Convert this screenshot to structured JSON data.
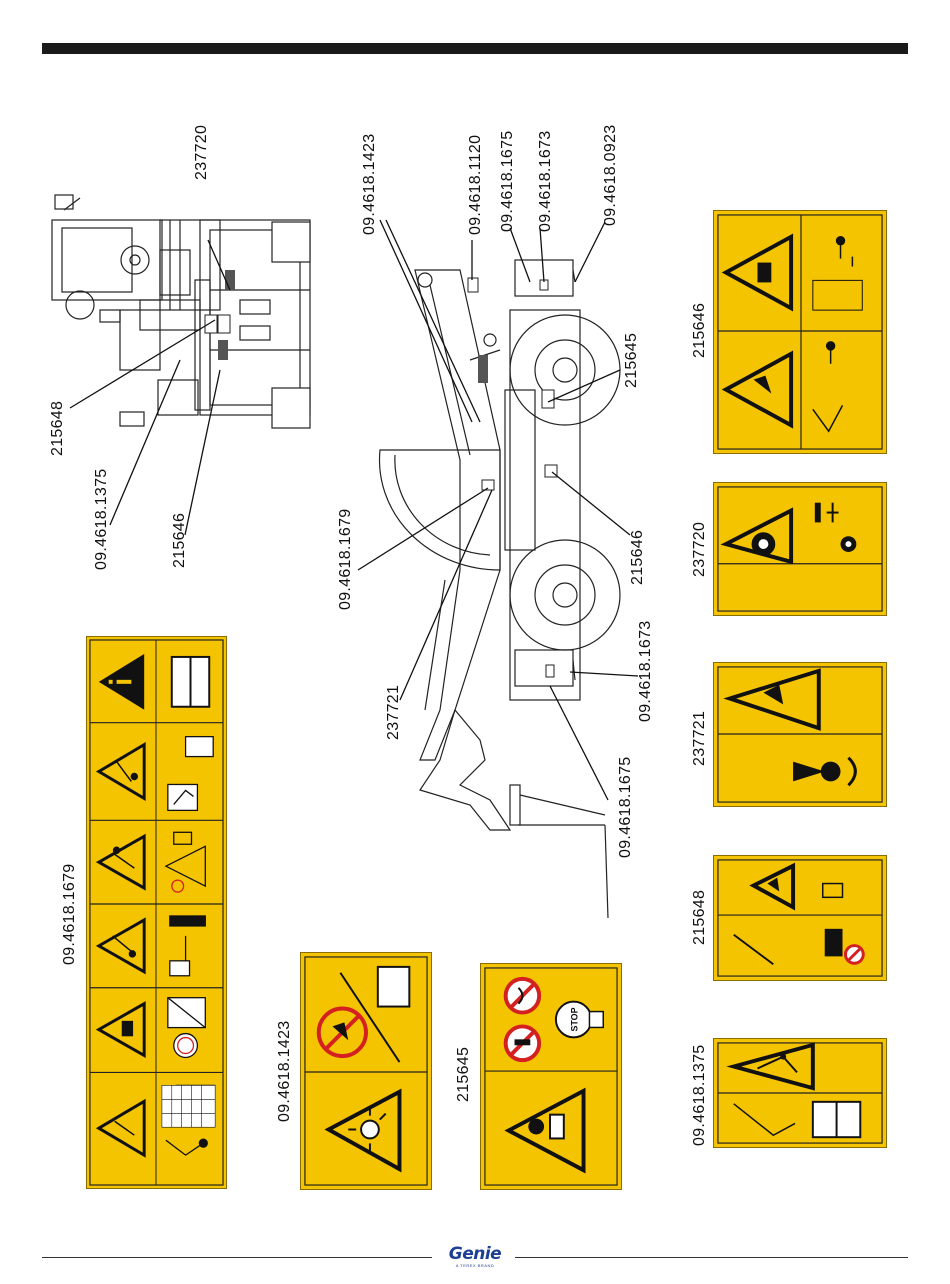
{
  "labels": {
    "l237720": "237720",
    "l215648": "215648",
    "l1375": "09.4618.1375",
    "l215646a": "215646",
    "l1423": "09.4618.1423",
    "l1120": "09.4618.1120",
    "l1675a": "09.4618.1675",
    "l1673a": "09.4618.1673",
    "l0923": "09.4618.0923",
    "l215645a": "215645",
    "l1679a": "09.4618.1679",
    "l215646b": "215646",
    "l237721a": "237721",
    "l1673b": "09.4618.1673",
    "l1675b": "09.4618.1675",
    "d1679": "09.4618.1679",
    "d1423": "09.4618.1423",
    "d215645": "215645",
    "d1375": "09.4618.1375",
    "d215648": "215648",
    "d237721": "237721",
    "d237720": "237720",
    "d215646": "215646"
  },
  "decal_text": {
    "stop": "STOP"
  },
  "footer": {
    "brand": "Genie",
    "brand_sub": "A TEREX BRAND"
  },
  "colors": {
    "decal_yellow": "#f5c400",
    "rule": "#1a1a1a",
    "brand_blue": "#1c3f94",
    "prohibit_red": "#d42020"
  }
}
